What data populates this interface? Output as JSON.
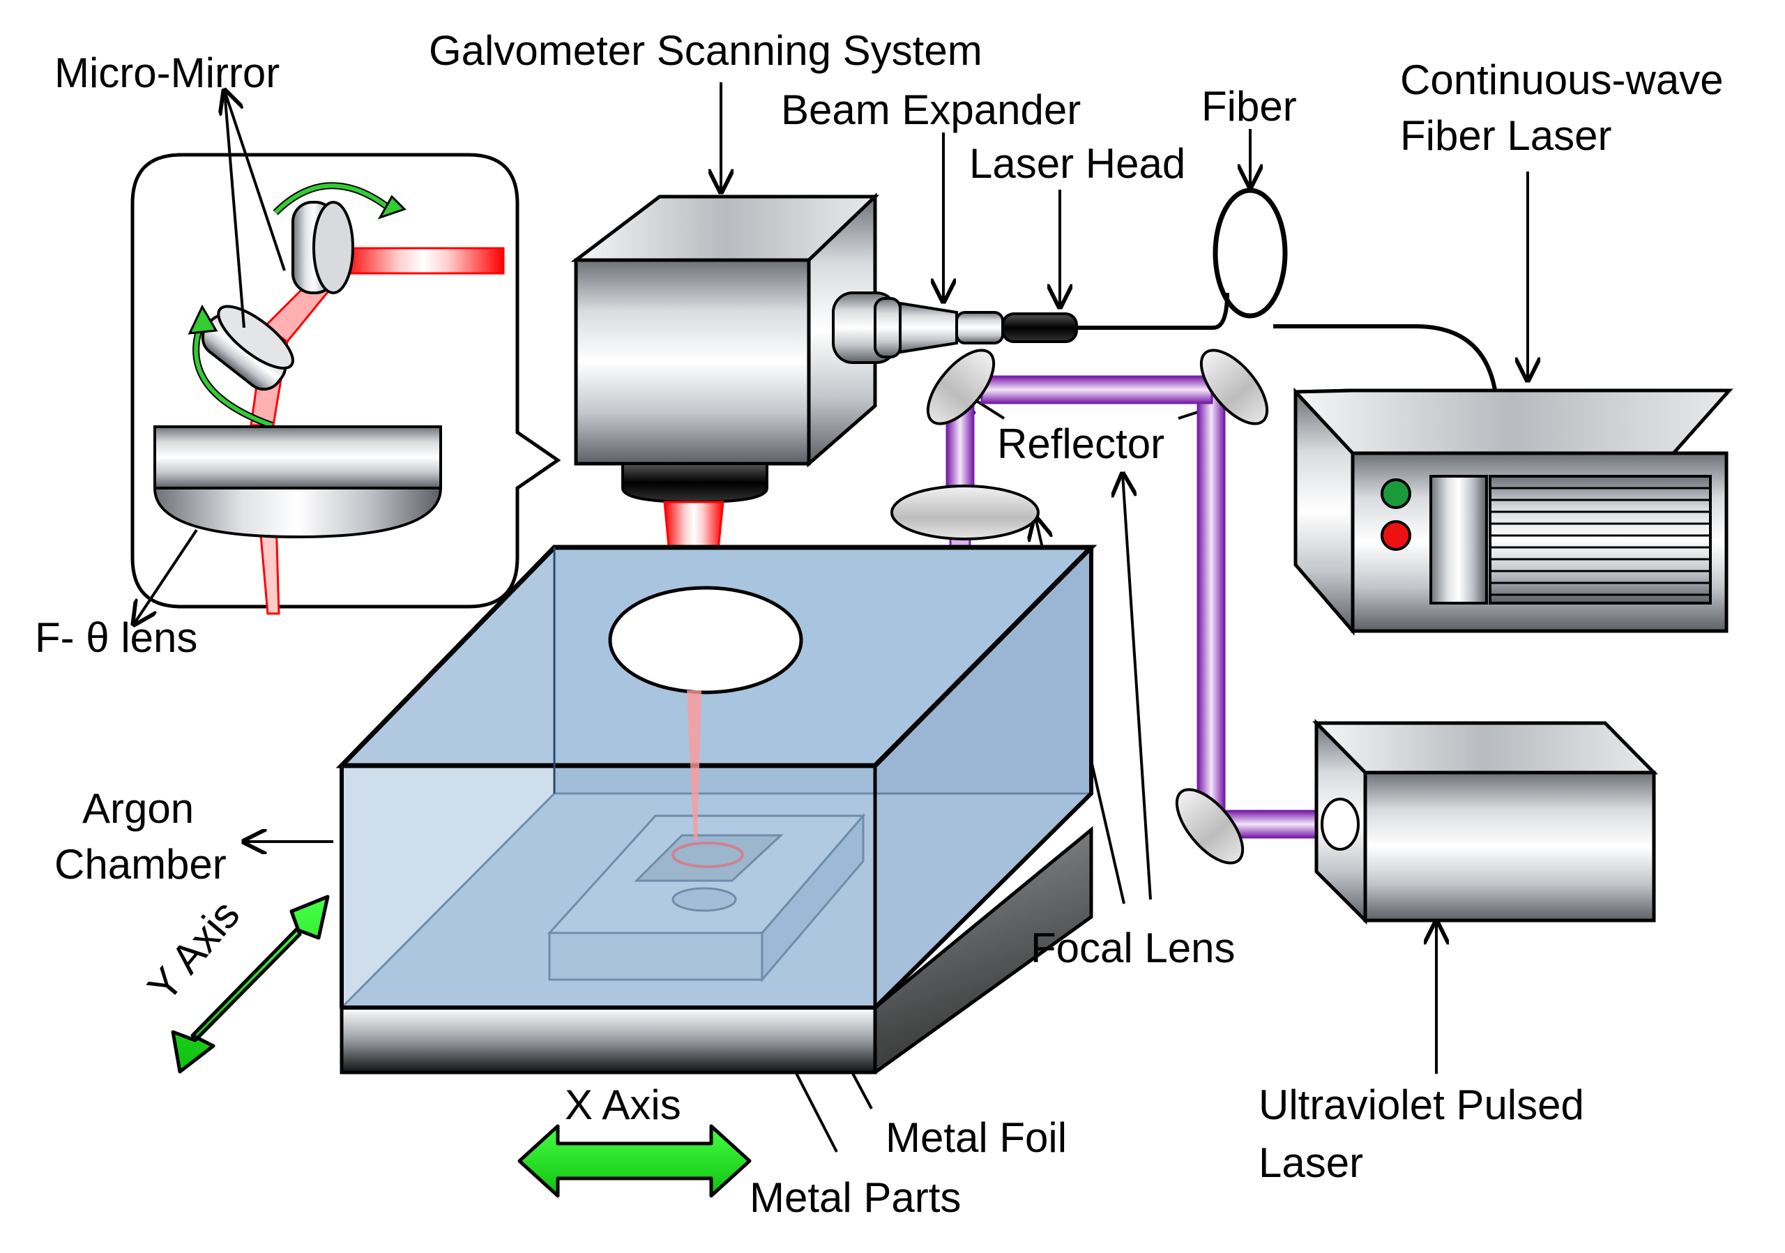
{
  "labels": {
    "micro_mirror": "Micro-Mirror",
    "galvo": "Galvometer Scanning System",
    "beam_expander": "Beam Expander",
    "fiber": "Fiber",
    "laser_head": "Laser Head",
    "cw_laser_line1": "Continuous-wave",
    "cw_laser_line2": "Fiber Laser",
    "reflector": "Reflector",
    "f_theta": "F- θ lens",
    "argon_line1": "Argon",
    "argon_line2": "Chamber",
    "y_axis": "Y Axis",
    "x_axis": "X Axis",
    "focal_lens": "Focal Lens",
    "uv_line1": "Ultraviolet Pulsed",
    "uv_line2": "Laser",
    "metal_foil": "Metal Foil",
    "metal_parts": "Metal Parts"
  },
  "colors": {
    "fiber_laser_beam": "#ff1a1a",
    "uv_laser_beam": "#8a2ab0",
    "axis_arrow": "#22dd22",
    "chamber_glass": "#a9c4de",
    "indicator_green": "#1a9a3a",
    "indicator_red": "#ee1111"
  }
}
